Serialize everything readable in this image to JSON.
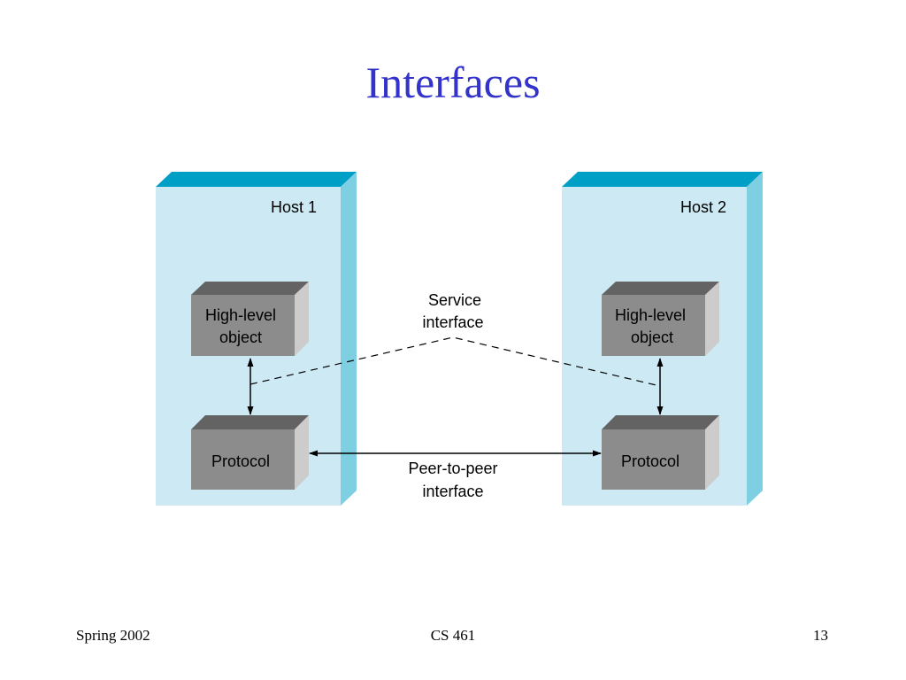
{
  "slide": {
    "title": "Interfaces"
  },
  "diagram": {
    "host1": {
      "label": "Host 1",
      "upper_box": [
        "High-level",
        "object"
      ],
      "lower_box": "Protocol"
    },
    "host2": {
      "label": "Host 2",
      "upper_box": [
        "High-level",
        "object"
      ],
      "lower_box": "Protocol"
    },
    "service_interface": [
      "Service",
      "interface"
    ],
    "peer_interface": [
      "Peer-to-peer",
      "interface"
    ],
    "colors": {
      "host_face": "#cdeaf4",
      "host_top": "#00a0c6",
      "host_side": "#7ecfe2",
      "box_face": "#8c8c8c",
      "box_top": "#636363",
      "box_side": "#cccccc",
      "title": "#3333cc"
    }
  },
  "footer": {
    "left": "Spring 2002",
    "center": "CS 461",
    "right": "13"
  }
}
